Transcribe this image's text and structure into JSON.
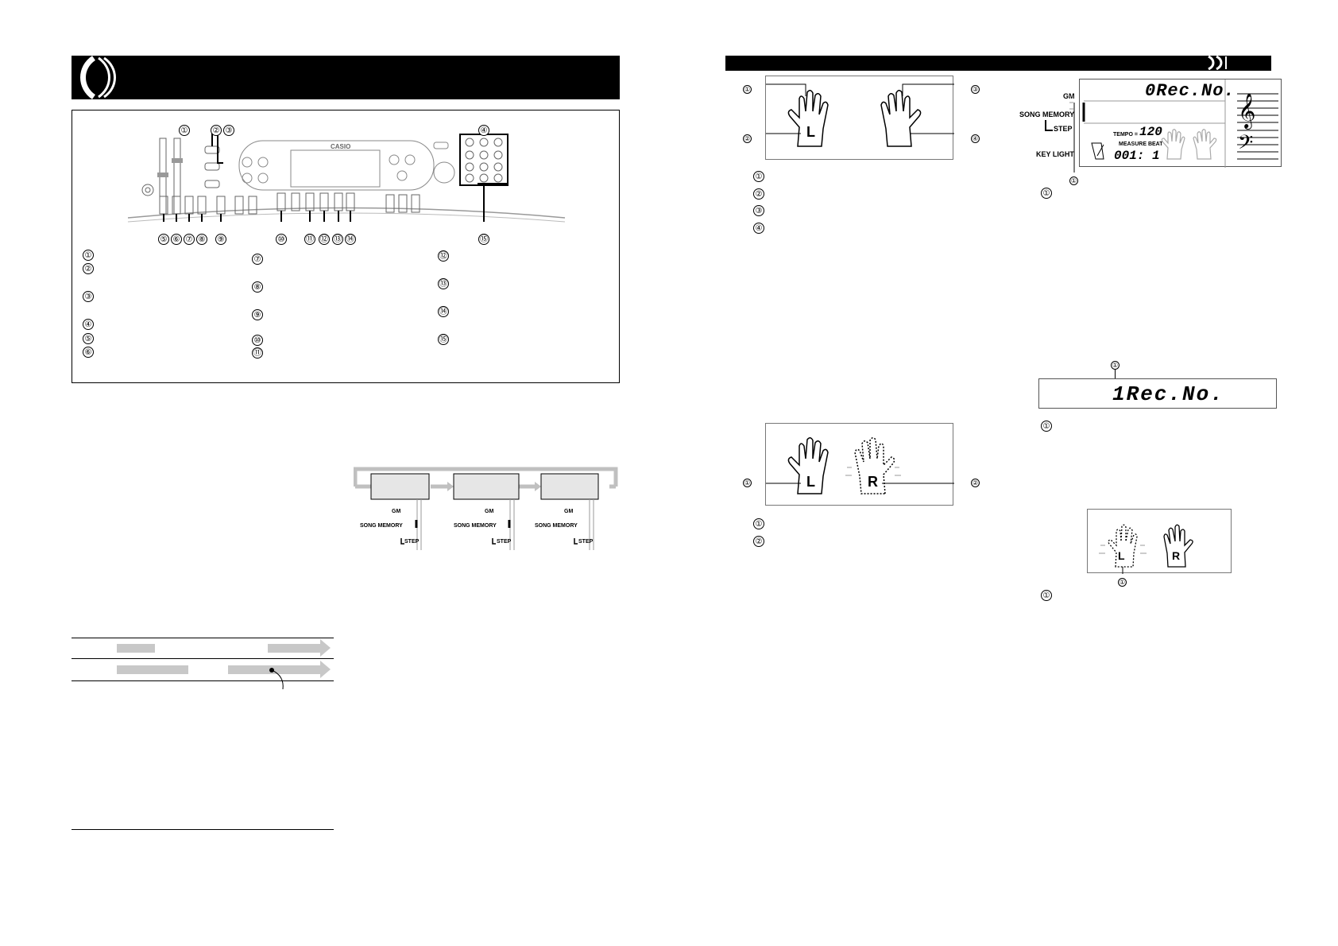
{
  "controls_markers": [
    "①",
    "②",
    "③",
    "④",
    "⑤",
    "⑥",
    "⑦",
    "⑧",
    "⑨",
    "⑩",
    "⑪",
    "⑫",
    "⑬",
    "⑭",
    "⑮"
  ],
  "keyboard": {
    "brand": "CASIO"
  },
  "hands": {
    "left_letter": "L",
    "right_letter": "R"
  },
  "lcd_main": {
    "label_gm": "GM",
    "label_song_memory": "SONG MEMORY",
    "label_step": "STEP",
    "label_key_light": "KEY LIGHT",
    "rec_text": "0Rec.No.",
    "tempo_label": "TEMPO =",
    "tempo_value": "120",
    "measure_beat_label": "MEASURE BEAT",
    "measure_beat_value": "001: 1"
  },
  "lcd_rec1": {
    "rec_text": "1Rec.No."
  },
  "mode_flow": {
    "labels": [
      {
        "gm": "GM",
        "song_memory": "SONG MEMORY",
        "step": "STEP"
      },
      {
        "gm": "GM",
        "song_memory": "SONG MEMORY",
        "step": "STEP"
      },
      {
        "gm": "GM",
        "song_memory": "SONG MEMORY",
        "step": "STEP"
      }
    ]
  },
  "colors": {
    "header_bar": "#000000",
    "gray_fill": "#c8c8c8",
    "panel_fill": "#e6e6e6"
  }
}
